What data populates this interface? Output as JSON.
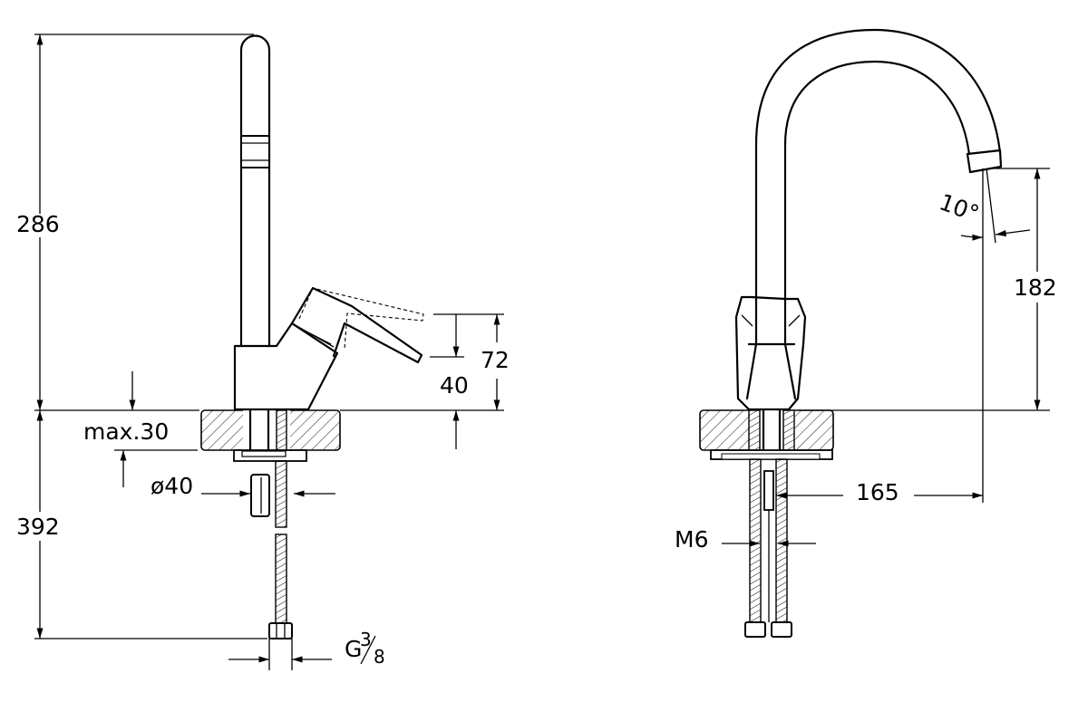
{
  "dimensions": {
    "height_above": "286",
    "height_below": "392",
    "max_thickness": "max.30",
    "hole_diameter": "ø40",
    "lever_height": "72",
    "body_height": "40",
    "connection_g": "G",
    "connection_num": "3",
    "connection_den": "8",
    "spout_angle": "10°",
    "spout_height": "182",
    "spout_reach": "165",
    "stud_thread": "M6"
  }
}
